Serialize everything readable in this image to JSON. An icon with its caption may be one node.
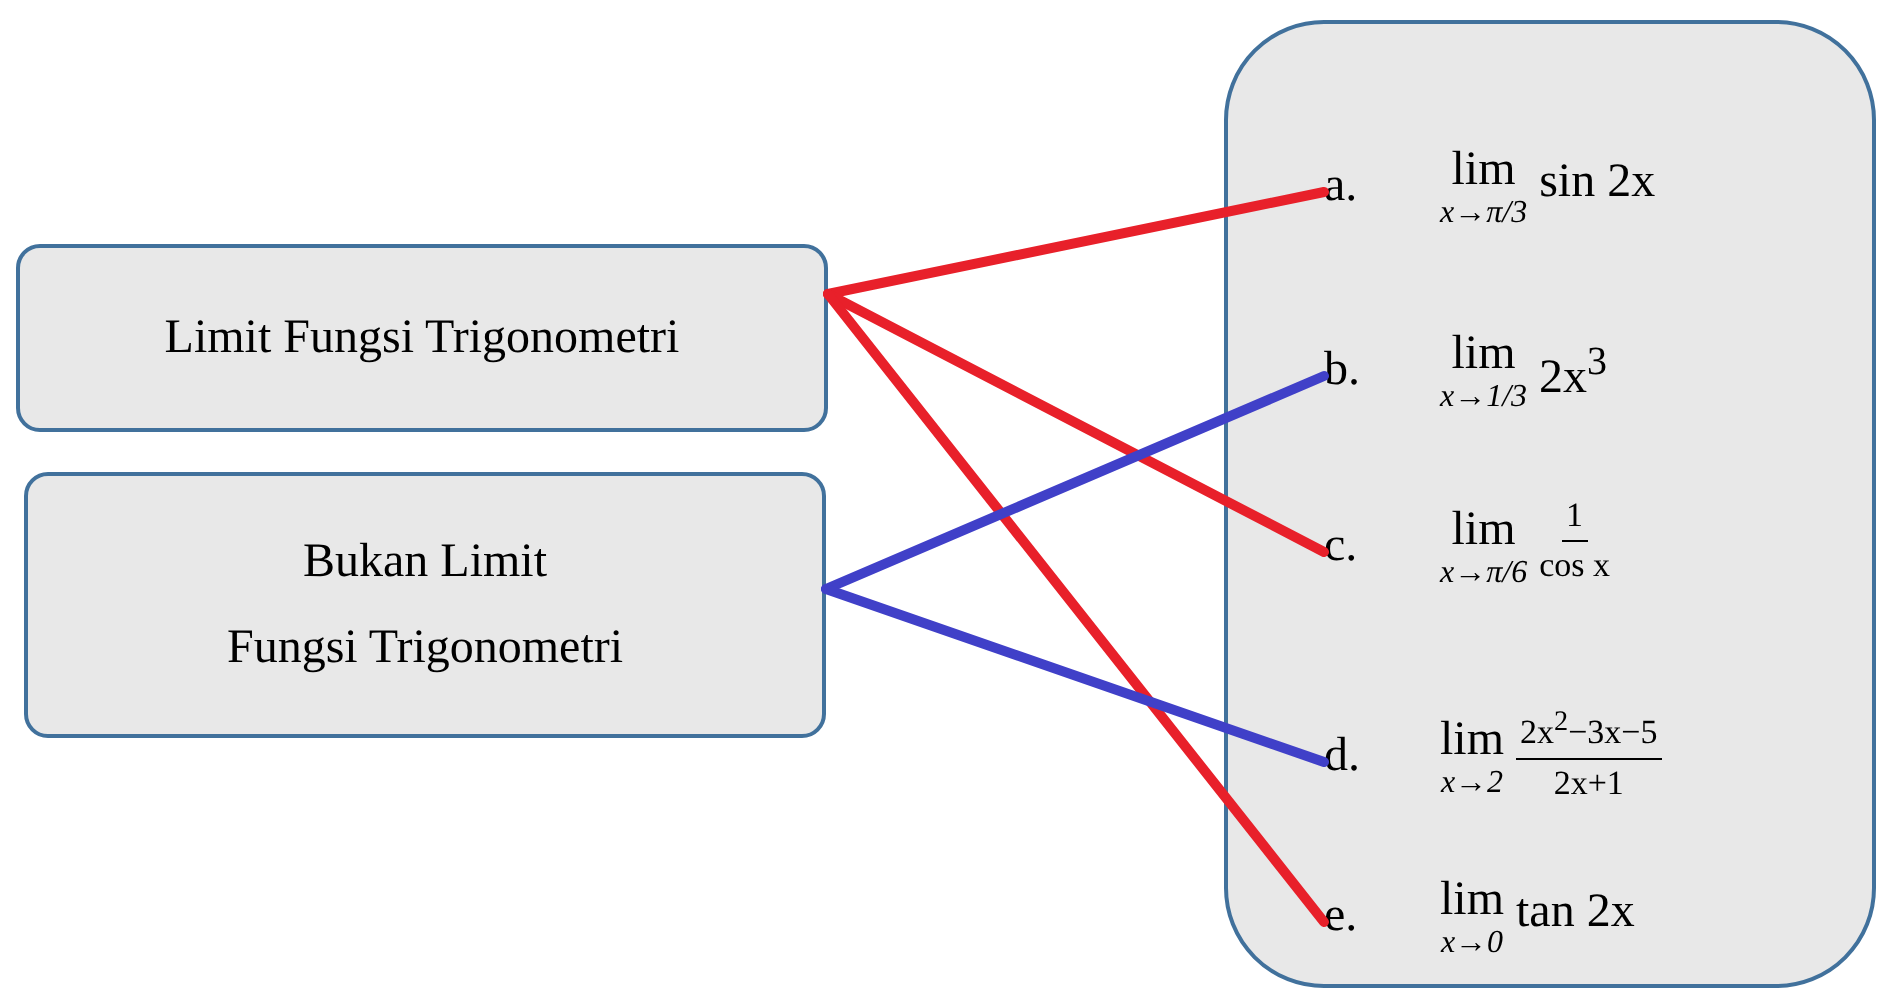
{
  "diagram": {
    "nodes": [
      {
        "text": [
          "Limit Fungsi Trigonometri"
        ]
      },
      {
        "text": [
          "Bukan Limit",
          "Fungsi Trigonometri"
        ]
      },
      {
        "text": [],
        "shape": "box"
      },
      {
        "text": [
          "a.",
          "lim",
          "x→π/3",
          "sin 2x"
        ],
        "in": 2
      },
      {
        "text": [
          "b.",
          "lim",
          "x→1/3",
          "2x$^{3}$"
        ],
        "in": 2
      },
      {
        "text": [
          "c.",
          "lim",
          "x→π/6",
          "1",
          "cos x"
        ],
        "in": 2
      },
      {
        "text": [
          "d.",
          "lim",
          "x→2",
          "2x$^{2}$−3x−5",
          "2x+1"
        ],
        "in": 2
      },
      {
        "text": [
          "e.",
          "lim",
          "x→0",
          "tan 2x"
        ],
        "in": 2
      }
    ],
    "edges": [
      {
        "from": 0,
        "to": 3,
        "arrow": "none"
      },
      {
        "from": 0,
        "to": 5,
        "arrow": "none"
      },
      {
        "from": 0,
        "to": 7,
        "arrow": "none"
      },
      {
        "from": 1,
        "to": 4,
        "arrow": "none",
        "color": "#4040c8"
      },
      {
        "from": 1,
        "to": 6,
        "arrow": "none",
        "color": "#4040c8"
      }
    ]
  }
}
